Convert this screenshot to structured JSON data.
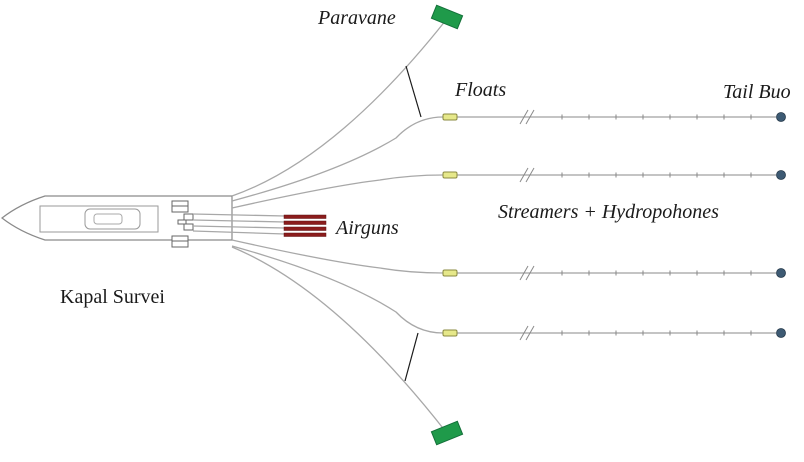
{
  "labels": {
    "paravane": "Paravane",
    "floats": "Floats",
    "tail_buoy": "Tail Buo",
    "streamers": "Streamers + Hydropohones",
    "airguns": "Airguns",
    "vessel": "Kapal Survei"
  },
  "colors": {
    "paravane": "#1f9a4a",
    "float": "#e6e88a",
    "airgun": "#8b1c1c",
    "tail_buoy": "#3d5a73",
    "line": "#9a9a9a",
    "hull": "#8a8a8a"
  }
}
